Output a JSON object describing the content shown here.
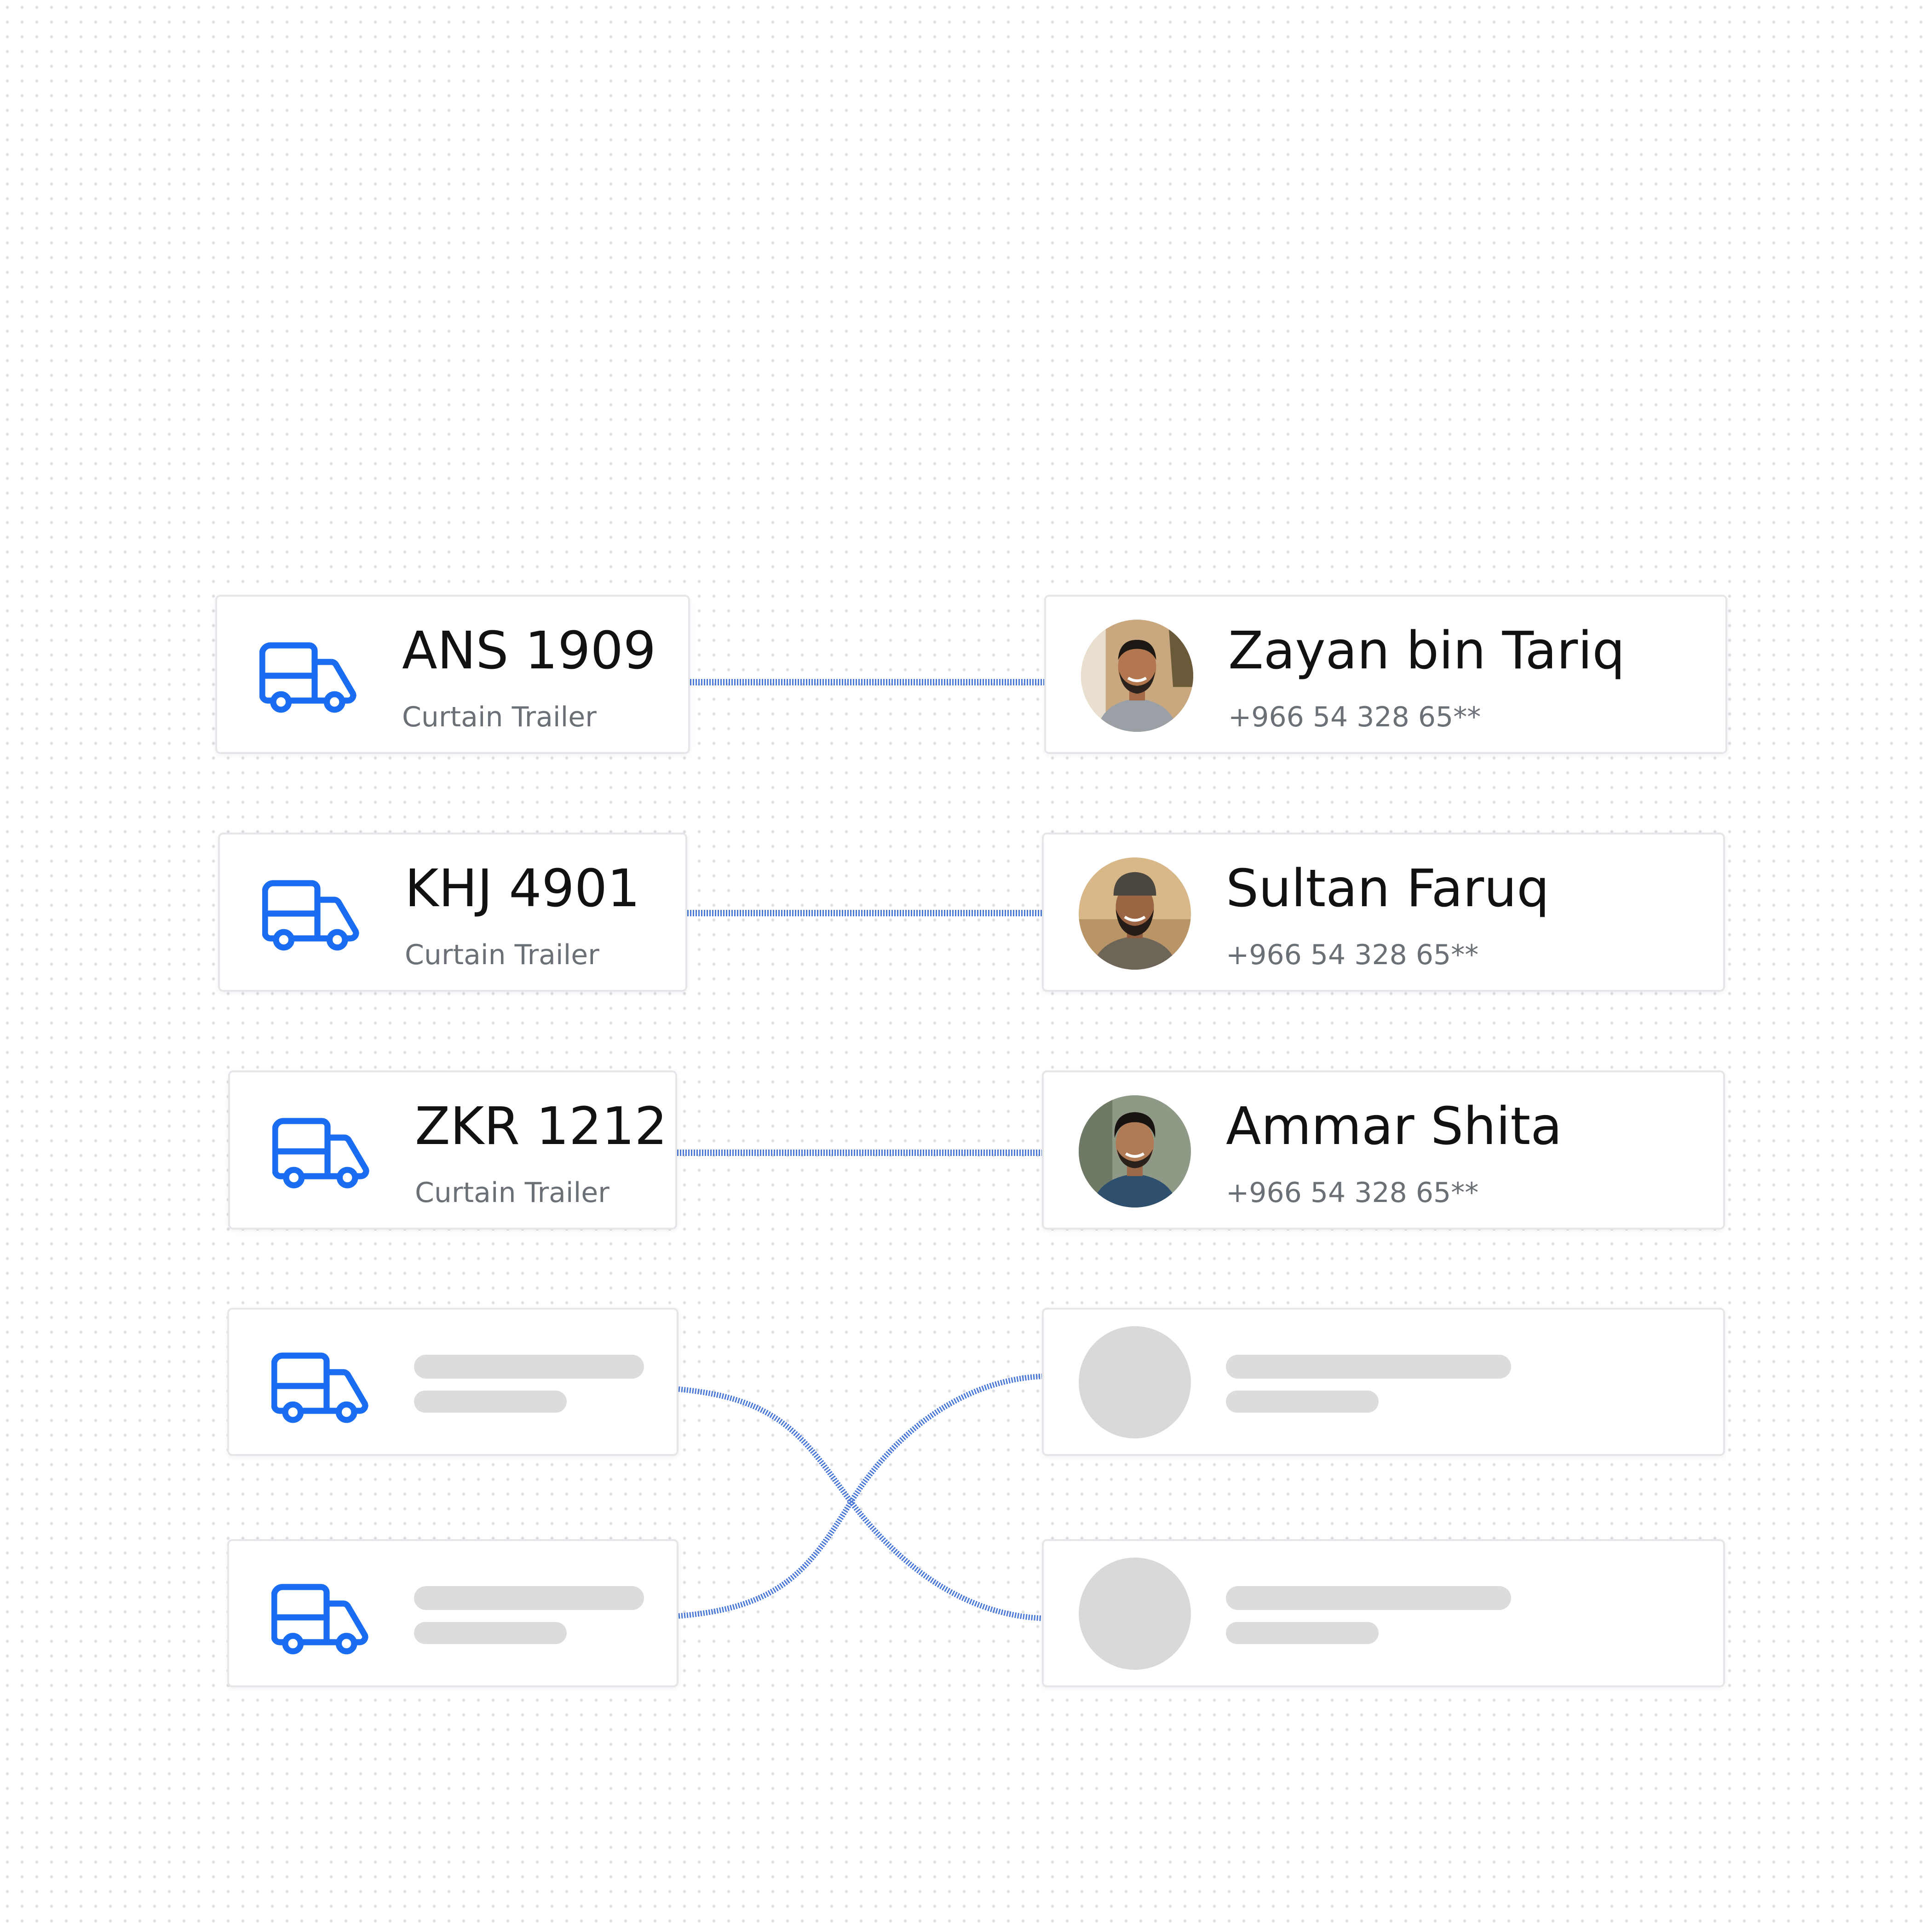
{
  "colors": {
    "accent": "#1a6cf0",
    "connector": "#4a78d6",
    "card_border": "#e4e6ea",
    "placeholder": "#d9d9d9"
  },
  "vehicles": [
    {
      "plate": "ANS 1909",
      "type": "Curtain Trailer",
      "icon": "truck-icon"
    },
    {
      "plate": "KHJ 4901",
      "type": "Curtain Trailer",
      "icon": "truck-icon"
    },
    {
      "plate": "ZKR 1212",
      "type": "Curtain Trailer",
      "icon": "truck-icon"
    },
    {
      "icon": "truck-icon",
      "loading": true
    },
    {
      "icon": "truck-icon",
      "loading": true
    }
  ],
  "drivers": [
    {
      "name": "Zayan bin Tariq",
      "phone": "+966 54 328 65**",
      "avatar": "driver-photo"
    },
    {
      "name": "Sultan Faruq",
      "phone": "+966 54 328 65**",
      "avatar": "driver-photo"
    },
    {
      "name": "Ammar Shita",
      "phone": "+966 54 328 65**",
      "avatar": "driver-photo"
    },
    {
      "avatar": "avatar-placeholder",
      "loading": true
    },
    {
      "avatar": "avatar-placeholder",
      "loading": true
    }
  ]
}
